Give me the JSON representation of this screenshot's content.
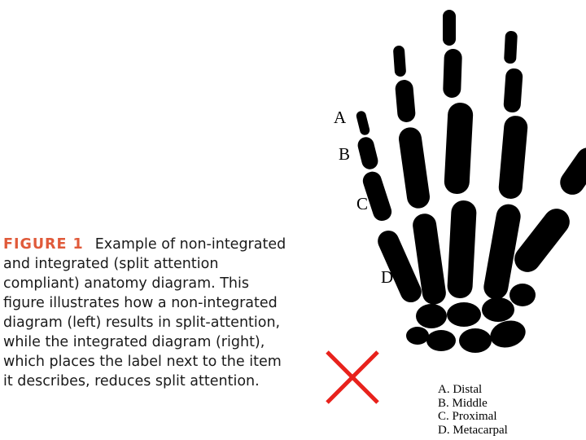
{
  "caption": {
    "label": "FIGURE 1",
    "text": "Example of non-integrated and integrated (split attention compliant) anatomy diagram. This figure illustrates how a non-integrated diagram (left) results in split-attention, while the integrated diagram (right), which places the label next to the item it describes, reduces split attention."
  },
  "diagram": {
    "labels": [
      "A",
      "B",
      "C",
      "D"
    ],
    "legend": [
      "A. Distal",
      "B. Middle",
      "C. Proximal",
      "D. Metacarpal"
    ],
    "mark_color": "#e8221c",
    "bone_color": "#000000"
  }
}
